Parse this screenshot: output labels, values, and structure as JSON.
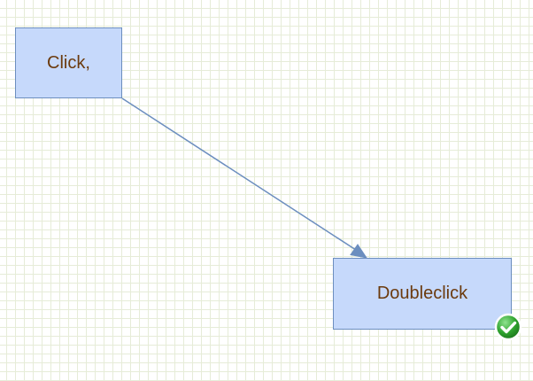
{
  "diagram": {
    "nodes": [
      {
        "id": "click",
        "label": "Click,"
      },
      {
        "id": "doubleclick",
        "label": "Doubleclick"
      }
    ],
    "edges": [
      {
        "from": "click",
        "to": "doubleclick",
        "arrow": "end"
      }
    ],
    "selected_node_status": "check-icon",
    "colors": {
      "node_fill": "#c6d9fb",
      "node_stroke": "#6c8ebf",
      "node_text": "#6b3a0d",
      "edge": "#6c8ebf",
      "grid": "#e6ecd8",
      "check_green": "#2fa32f"
    }
  }
}
